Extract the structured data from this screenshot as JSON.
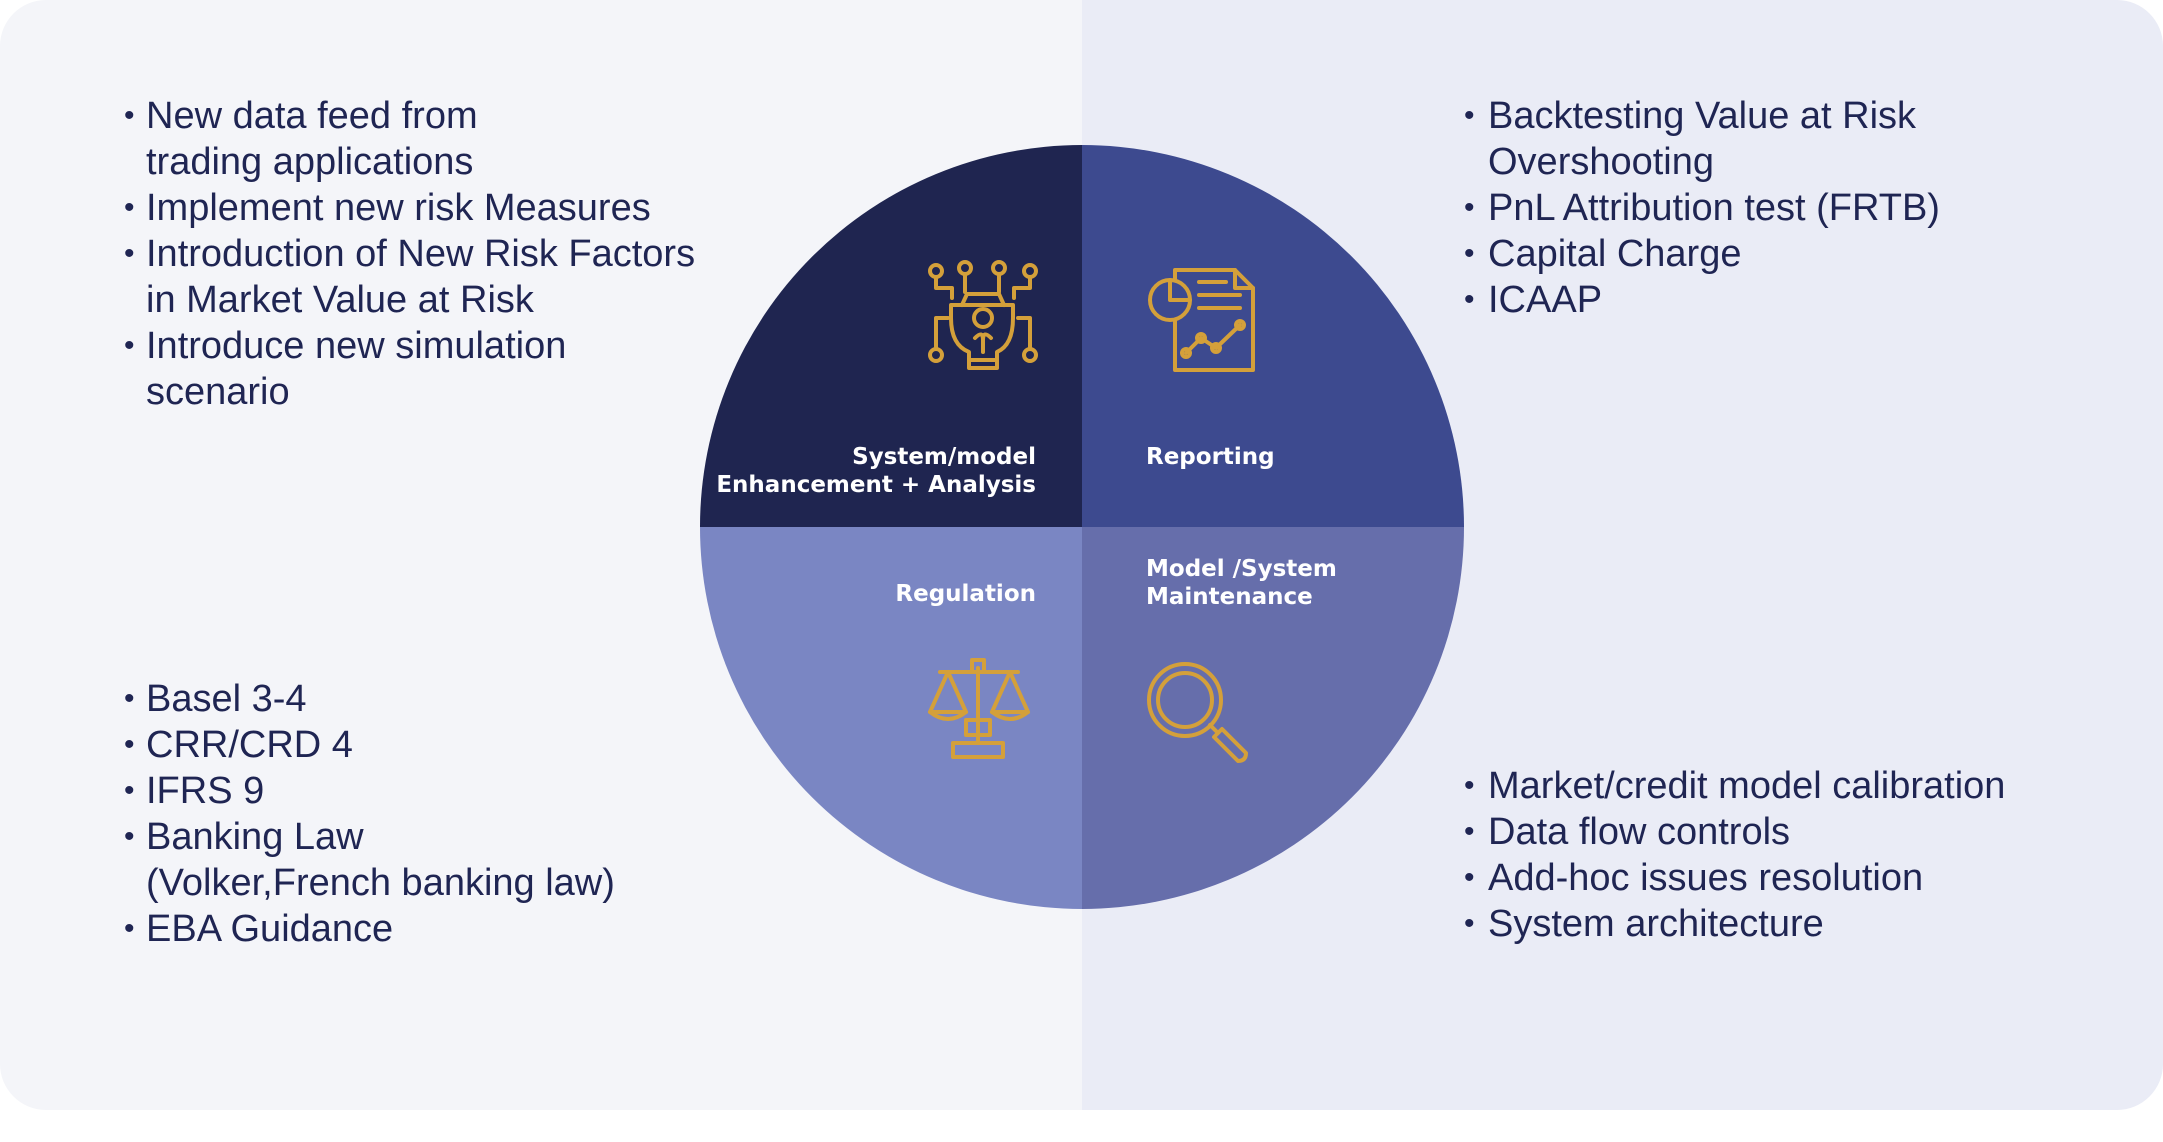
{
  "quadrants": {
    "top_left": {
      "label": "System/model\nEnhancement + Analysis",
      "icon": "gear-lightbulb-icon",
      "color": "#1f2550",
      "items": [
        "New data feed from\ntrading applications",
        "Implement new risk Measures",
        "Introduction of New Risk Factors\nin Market Value at Risk",
        "Introduce new simulation\nscenario"
      ]
    },
    "top_right": {
      "label": "Reporting",
      "icon": "report-document-icon",
      "color": "#3d4a8f",
      "items": [
        "Backtesting Value at Risk Overshooting",
        "PnL Attribution test (FRTB)",
        "Capital Charge",
        "ICAAP"
      ]
    },
    "bottom_left": {
      "label": "Regulation",
      "icon": "balance-scale-icon",
      "color": "#7a86c3",
      "items": [
        "Basel 3-4",
        "CRR/CRD 4",
        "IFRS 9",
        "Banking Law\n(Volker,French banking law)",
        "EBA Guidance"
      ]
    },
    "bottom_right": {
      "label": "Model /System\nMaintenance",
      "icon": "magnifier-icon",
      "color": "#666eab",
      "items": [
        "Market/credit model  calibration",
        "Data flow controls",
        "Add-hoc issues resolution",
        "System architecture"
      ]
    }
  },
  "colors": {
    "icon_gold": "#d4a03a",
    "text": "#1f2553",
    "background_left": "#f4f5f9",
    "background_right": "#eaecf6"
  }
}
